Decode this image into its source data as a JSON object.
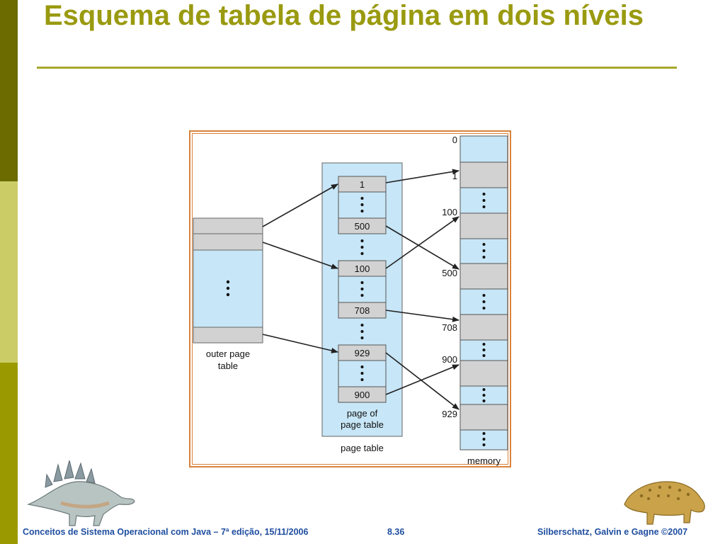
{
  "slide": {
    "title": "Esquema de tabela de página em dois níveis",
    "footer_left": "Conceitos de Sistema Operacional com Java – 7ª edição, 15/11/2006",
    "footer_center": "8.36",
    "footer_right": "Silberschatz, Galvin e Gagne ©2007"
  },
  "colors": {
    "sidebar_dark": "#6b6b00",
    "sidebar_light": "#cccc66",
    "sidebar_mid": "#9a9a00",
    "title": "#9a9a10",
    "footer": "#1f4ea0",
    "frame": "#d9823a",
    "table_light": "#c7e6f7",
    "entry_gray": "#d2d2d2"
  },
  "diagram": {
    "outer_label_1": "outer page",
    "outer_label_2": "table",
    "inner_label_1": "page of",
    "inner_label_2": "page table",
    "page_table_label": "page table",
    "memory_label": "memory",
    "inner_entries": [
      "1",
      "500",
      "100",
      "708",
      "929",
      "900"
    ],
    "memory_addresses": [
      "0",
      "1",
      "100",
      "500",
      "708",
      "900",
      "929"
    ]
  }
}
